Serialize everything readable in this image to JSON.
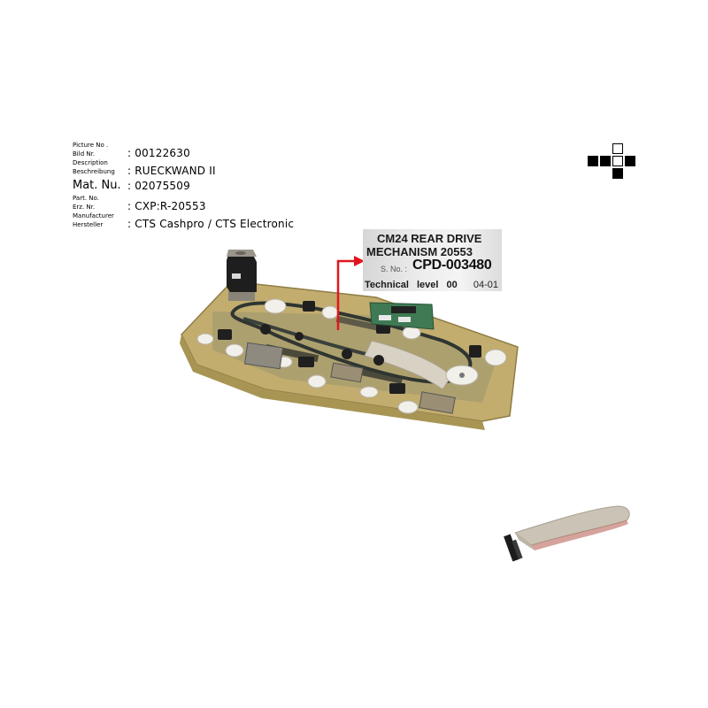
{
  "info": {
    "picture_no": {
      "label_en": "Picture No .",
      "label_de": "Bild Nr.",
      "value": ": 00122630"
    },
    "description": {
      "label_en": "Description",
      "label_de": "Beschreibung",
      "value": ": RUECKWAND II"
    },
    "mat_nu": {
      "label": "Mat. Nu.",
      "value": ": 02075509"
    },
    "part_no": {
      "label_en": "Part. No.",
      "label_de": "Erz. Nr.",
      "value": ": CXP:R-20553"
    },
    "manufacturer": {
      "label_en": "Manufacturer",
      "label_de": "Hersteller",
      "value": ": CTS Cashpro / CTS Electronic"
    }
  },
  "logo": {
    "icon": "cross-squares-logo-icon"
  },
  "product_label": {
    "line1": "CM24 REAR DRIVE",
    "line2": "MECHANISM 20553",
    "sno_label": "S. No. :",
    "serial": "CPD-003480",
    "tech_level": "Technical level 00",
    "date": "04-01"
  },
  "images": {
    "main": "rear-drive-mechanism-photo",
    "accessory": "ribbon-cable-photo"
  },
  "colors": {
    "arrow": "#e0161e",
    "plate": "#b9a56a",
    "belt": "#3a3f3a",
    "cable": "#c9c1b3"
  }
}
